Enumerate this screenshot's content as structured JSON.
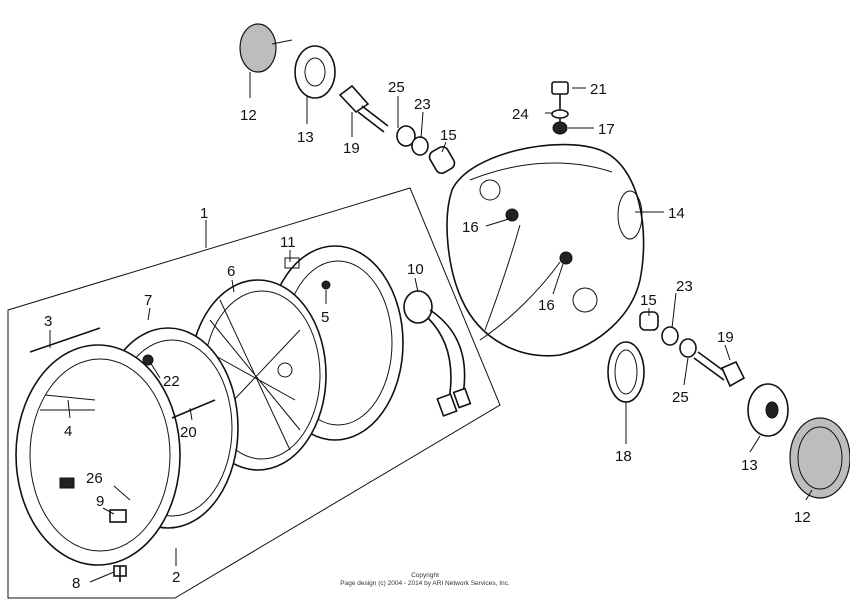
{
  "callouts": [
    "1",
    "2",
    "3",
    "4",
    "5",
    "6",
    "7",
    "8",
    "9",
    "10",
    "11",
    "12",
    "12",
    "13",
    "13",
    "14",
    "15",
    "15",
    "16",
    "16",
    "17",
    "18",
    "19",
    "19",
    "20",
    "21",
    "22",
    "23",
    "23",
    "24",
    "25",
    "25",
    "26"
  ],
  "footer": {
    "line1": "Copyright",
    "line2": "Page design (c) 2004 - 2014 by ARI Network Services, Inc."
  }
}
